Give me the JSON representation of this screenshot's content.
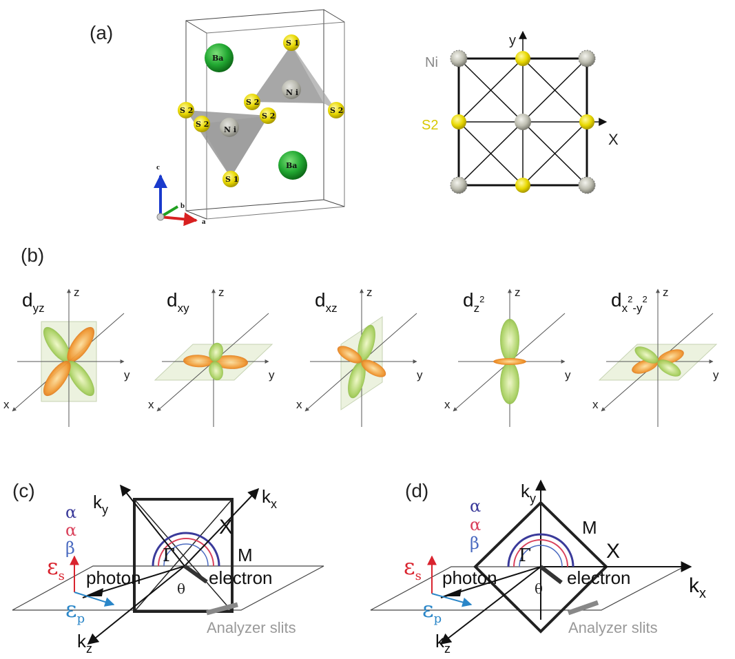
{
  "panels": {
    "a": "(a)",
    "b": "(b)",
    "c": "(c)",
    "d": "(d)"
  },
  "crystal": {
    "atoms": {
      "ba_top": "Ba",
      "ba_bottom": "Ba",
      "s1_top": "S 1",
      "s1_bottom": "S 1",
      "ni_upper": "N i",
      "ni_lower": "N i",
      "s2_a": "S 2",
      "s2_b": "S 2",
      "s2_c": "S 2",
      "s2_d": "S 2",
      "s2_e": "S 2"
    },
    "axes": {
      "a": "a",
      "b": "b",
      "c": "c"
    }
  },
  "plane": {
    "ni_label": "Ni",
    "s2_label": "S2",
    "x_label": "X",
    "y_label": "y"
  },
  "orbitals": [
    {
      "main": "d",
      "sub": "yz",
      "sup": ""
    },
    {
      "main": "d",
      "sub": "xy",
      "sup": ""
    },
    {
      "main": "d",
      "sub": "xz",
      "sup": ""
    },
    {
      "main": "d",
      "sub": "z",
      "sup": "2"
    },
    {
      "main": "d",
      "sub": "x",
      "sup": "2",
      "sub2": "-y",
      "sup2": "2"
    }
  ],
  "orbital_axes": {
    "x": "x",
    "y": "y",
    "z": "z"
  },
  "geometry": {
    "ky": "k",
    "ky_sub": "y",
    "kx": "k",
    "kx_sub": "x",
    "kz": "k",
    "kz_sub": "z",
    "gamma": "Γ",
    "theta": "θ",
    "X": "X",
    "M": "M",
    "photon": "photon",
    "electron": "electron",
    "analyzer": "Analyzer slits",
    "eps": "ε",
    "eps_s_sub": "s",
    "eps_p_sub": "p",
    "alpha": "α",
    "beta": "β"
  },
  "colors": {
    "ba": "#22a832",
    "sulfur": "#e8d800",
    "nickel": "#b8b8b8",
    "orbital_green": "#8fc23c",
    "orbital_orange": "#e87a2a",
    "eps_s": "#d9232e",
    "eps_p": "#2a86c8",
    "alpha1": "#3a3a9a",
    "alpha2": "#d9405a",
    "beta": "#4a6ac0",
    "s2_label": "#d8c800"
  }
}
